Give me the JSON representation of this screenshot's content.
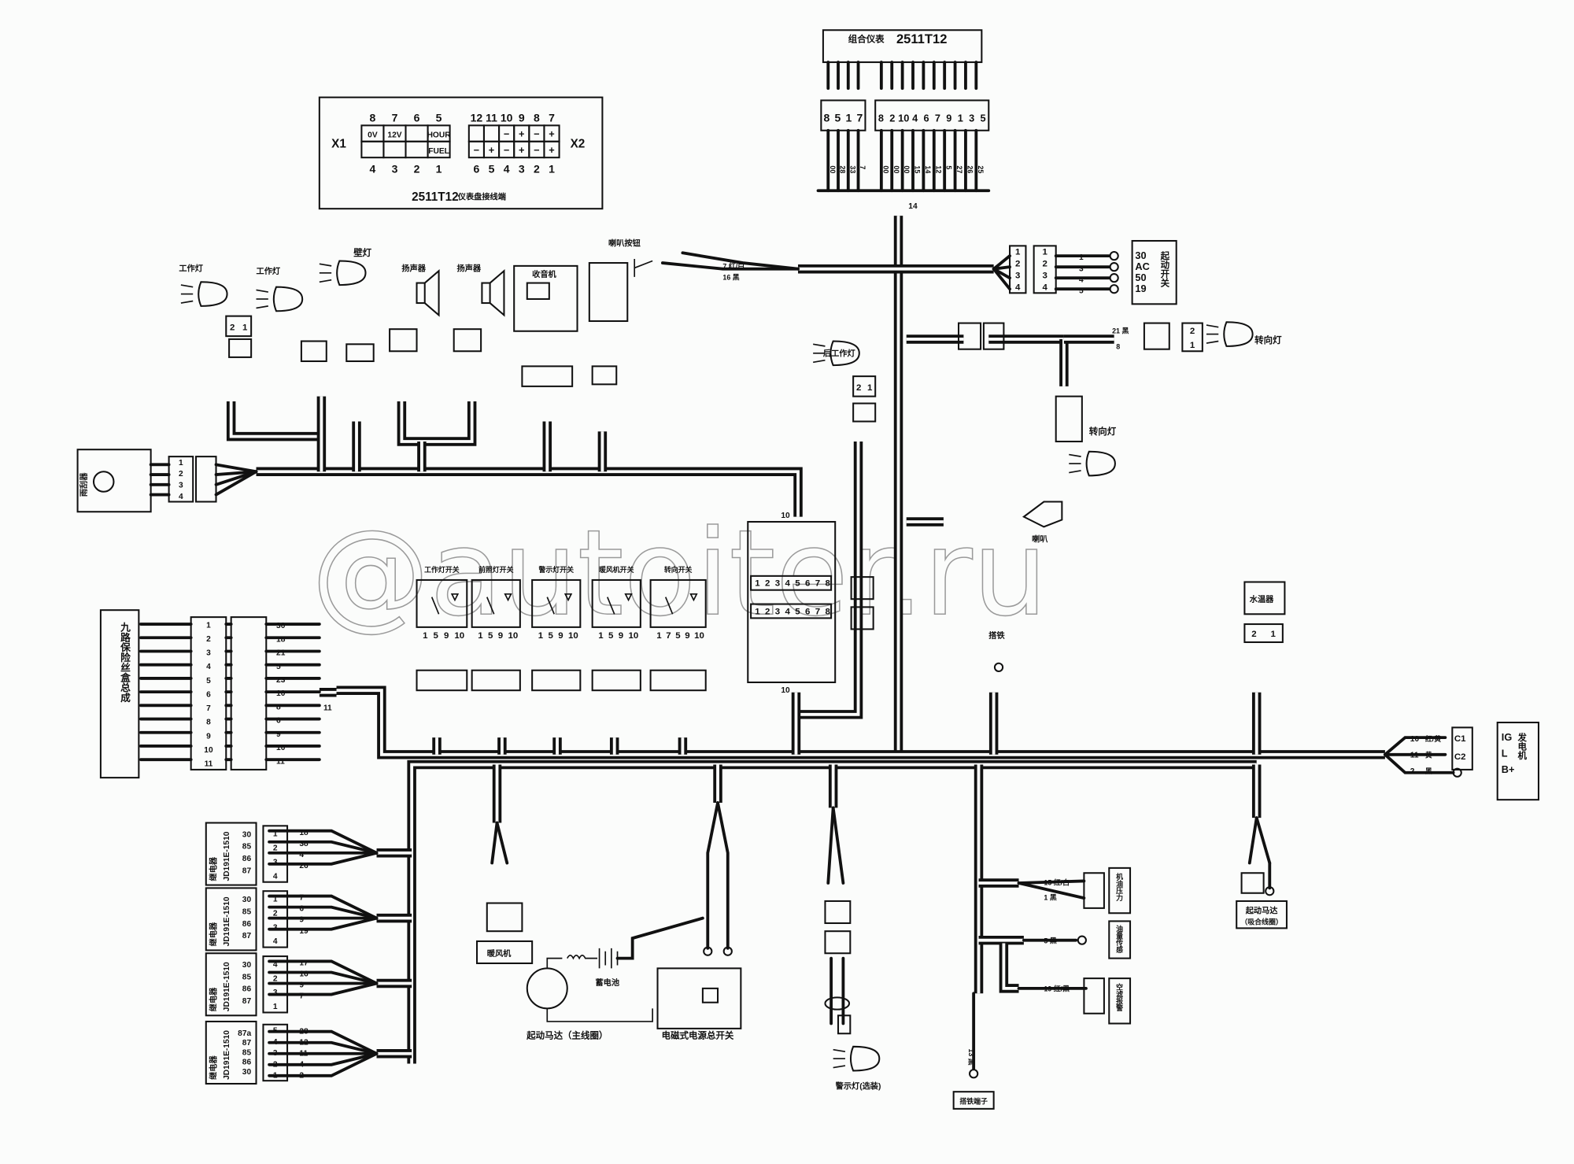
{
  "watermark": "@autoiter.ru",
  "pinout": {
    "title": "2511T12",
    "subtitle": "仪表盘接线端",
    "x1": {
      "label": "X1",
      "top_pins": [
        "8",
        "7",
        "6",
        "5"
      ],
      "bottom_pins": [
        "4",
        "3",
        "2",
        "1"
      ],
      "cells_top": [
        "0V",
        "12V",
        "",
        "HOUR"
      ],
      "cells_bottom": [
        "",
        "",
        "",
        "FUEL"
      ]
    },
    "x2": {
      "label": "X2",
      "top_pins": [
        "12",
        "11",
        "10",
        "9",
        "8",
        "7"
      ],
      "bottom_pins": [
        "6",
        "5",
        "4",
        "3",
        "2",
        "1"
      ],
      "cells_top": [
        "",
        "",
        "−",
        "+",
        "−",
        "+"
      ],
      "cells_bottom": [
        "−",
        "+",
        "−",
        "+",
        "−",
        "+"
      ]
    }
  },
  "instrument": {
    "title": "组合仪表",
    "model": "2511T12",
    "conn_a": [
      "8",
      "5",
      "1",
      "7"
    ],
    "conn_b": [
      "8",
      "2",
      "10",
      "4",
      "6",
      "7",
      "9",
      "1",
      "3",
      "5"
    ],
    "wires_a": [
      "00",
      "28",
      "33",
      "7"
    ],
    "wires_b": [
      "00",
      "00",
      "00",
      "15",
      "14",
      "12",
      "5",
      "27",
      "26",
      "25"
    ],
    "bundle": "14"
  },
  "labels": {
    "work_lamp_1": "工作灯",
    "work_lamp_2": "工作灯",
    "wall_lamp": "壁灯",
    "speaker_1": "扬声器",
    "speaker_2": "扬声器",
    "radio": "收音机",
    "horn_button": "喇叭按钮",
    "rear_work_lamp": "后工作灯",
    "turn_lamp_right": "转向灯",
    "turn_lamp_lower": "转向灯",
    "horn": "喇叭",
    "water_temp": "水温器",
    "ground": "搭铁",
    "wiper": "雨刮器",
    "fuse_box": "九路保险丝盒总成",
    "heater": "暖风机",
    "battery": "蓄电池",
    "starter_main": "起动马达（主线圈）",
    "power_switch": "电磁式电源总开关",
    "warning_lamp": "警示灯(选装)",
    "starter_hold": "起动马达",
    "starter_hold_sub": "（吸合线圈）",
    "oil_pressure": "机油压力",
    "fuel_sensor": "油量传感",
    "air_filter": "空滤报警",
    "ground_terminal": "搭铁端子",
    "center_bundle_top": "10",
    "center_bundle_bottom": "10",
    "fuse_bundle": "11",
    "horn_button_wire_1": "7 红/白",
    "horn_button_wire_2": "16 黑"
  },
  "start_switch": {
    "label": "起动开关",
    "terminals": [
      "30",
      "AC",
      "50",
      "19"
    ],
    "conn": [
      "1",
      "2",
      "3",
      "4"
    ],
    "wires": [
      "1",
      "3",
      "4",
      "5"
    ]
  },
  "alternator": {
    "label": "发电机",
    "terminals": [
      "IG",
      "L",
      "B+"
    ],
    "wires": [
      {
        "no": "10",
        "color": "红/黄",
        "pin": "C1"
      },
      {
        "no": "11",
        "color": "黄",
        "pin": "C2"
      },
      {
        "no": "2",
        "color": "黑",
        "pin": ""
      }
    ]
  },
  "brake_lamp": {
    "conn": [
      "2",
      "1"
    ],
    "wires": [
      "21 黑",
      "8"
    ]
  },
  "switches": [
    {
      "label": "工作灯开关",
      "pins": [
        "1",
        "5",
        "9",
        "10"
      ]
    },
    {
      "label": "前照灯开关",
      "pins": [
        "1",
        "5",
        "9",
        "10"
      ]
    },
    {
      "label": "警示灯开关",
      "pins": [
        "1",
        "5",
        "9",
        "10"
      ]
    },
    {
      "label": "暖风机开关",
      "pins": [
        "1",
        "5",
        "9",
        "10"
      ]
    },
    {
      "label": "转向开关",
      "pins": [
        "1",
        "7",
        "5",
        "9",
        "10"
      ]
    }
  ],
  "center_block": {
    "row_top": [
      "1",
      "2",
      "3",
      "4",
      "5",
      "6",
      "7",
      "8"
    ],
    "row_bottom": [
      "1",
      "2",
      "3",
      "4",
      "5",
      "6",
      "7",
      "8"
    ]
  },
  "relays": [
    {
      "label": "继电器",
      "model": "JD191E-1510",
      "pins": [
        "30",
        "85",
        "86",
        "87"
      ],
      "conn": [
        "1",
        "2",
        "3",
        "4"
      ],
      "wires": [
        "18",
        "38",
        "4",
        "26"
      ]
    },
    {
      "label": "继电器",
      "model": "JD191E-1510",
      "pins": [
        "30",
        "85",
        "86",
        "87"
      ],
      "conn": [
        "1",
        "2",
        "3",
        "4"
      ],
      "wires": [
        "7",
        "6",
        "9",
        "19"
      ]
    },
    {
      "label": "继电器",
      "model": "JD191E-1510",
      "pins": [
        "30",
        "85",
        "86",
        "87"
      ],
      "conn": [
        "4",
        "2",
        "3",
        "1"
      ],
      "wires": [
        "17",
        "16",
        "9",
        "7"
      ]
    },
    {
      "label": "继电器",
      "model": "JD191E-1510",
      "pins": [
        "87a",
        "87",
        "85",
        "86",
        "30"
      ],
      "conn": [
        "5",
        "4",
        "3",
        "2",
        "1"
      ],
      "wires": [
        "28",
        "12",
        "11",
        "4",
        "2"
      ]
    }
  ],
  "fuse_conn": {
    "left": [
      "1",
      "2",
      "3",
      "4",
      "5",
      "6",
      "7",
      "8",
      "9",
      "10",
      "11"
    ],
    "wires": [
      "30",
      "18",
      "21",
      "5",
      "23",
      "10",
      "8",
      "6",
      "9",
      "10",
      "11"
    ]
  },
  "lower_right_wires": [
    "15 红/白",
    "1 黑",
    "5 黑",
    "19 红/黑",
    "13 黑"
  ],
  "wiper_conn": [
    "1",
    "2",
    "3",
    "4"
  ]
}
